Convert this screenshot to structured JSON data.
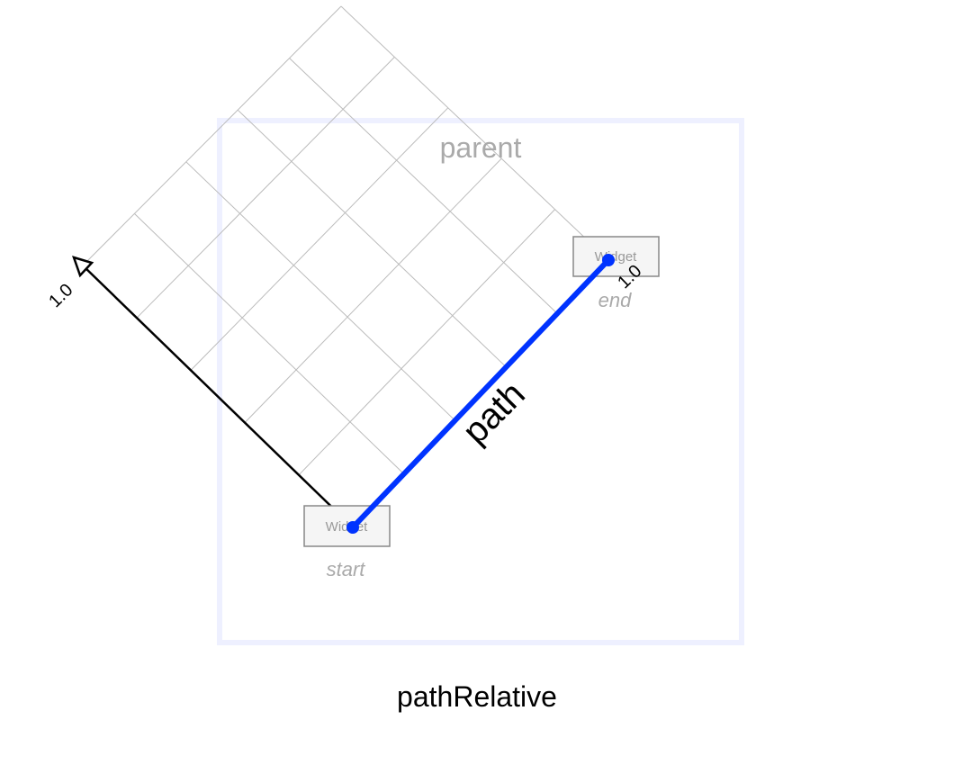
{
  "diagram": {
    "caption": "pathRelative",
    "parent_label": "parent",
    "path_label": "path",
    "start_widget": {
      "text": "Widget",
      "caption": "start"
    },
    "end_widget": {
      "text": "Widget",
      "caption": "end"
    },
    "axis_a_tick": "1.0",
    "axis_b_tick": "1.0",
    "grid_divisions": 5,
    "colors": {
      "path": "#0033ff",
      "parent_border": "#eef0ff",
      "grid": "#bbbbbb",
      "muted_text": "#aaaaaa",
      "widget_fill": "#f5f5f5",
      "widget_border": "#888888",
      "axis": "#000000"
    }
  }
}
